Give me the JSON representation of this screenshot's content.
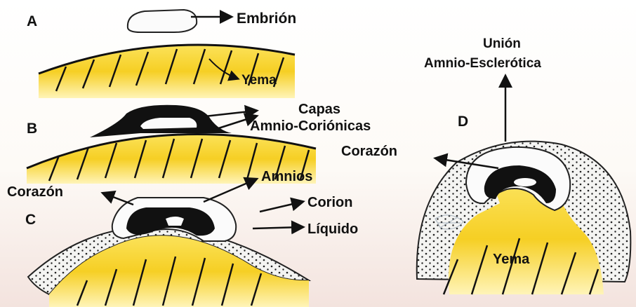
{
  "panels": {
    "a": {
      "letter": "A",
      "labels": {
        "embryo": "Embrión",
        "yolk": "Yema"
      }
    },
    "b": {
      "letter": "B",
      "labels": {
        "layers_line1": "Capas",
        "layers_line2": "Amnio-Coriónicas"
      }
    },
    "c": {
      "letter": "C",
      "labels": {
        "heart": "Corazón",
        "amnion": "Amnios",
        "chorion": "Corion",
        "fluid": "Líquido"
      }
    },
    "d": {
      "letter": "D",
      "labels": {
        "junction_line1": "Unión",
        "junction_line2": "Amnio-Esclerótica",
        "heart": "Corazón",
        "yolk": "Yema"
      }
    }
  },
  "colors": {
    "yolk": "#f6cf24",
    "black": "#111111",
    "dots_bg": "#f2f2f0",
    "label": "#111111"
  }
}
